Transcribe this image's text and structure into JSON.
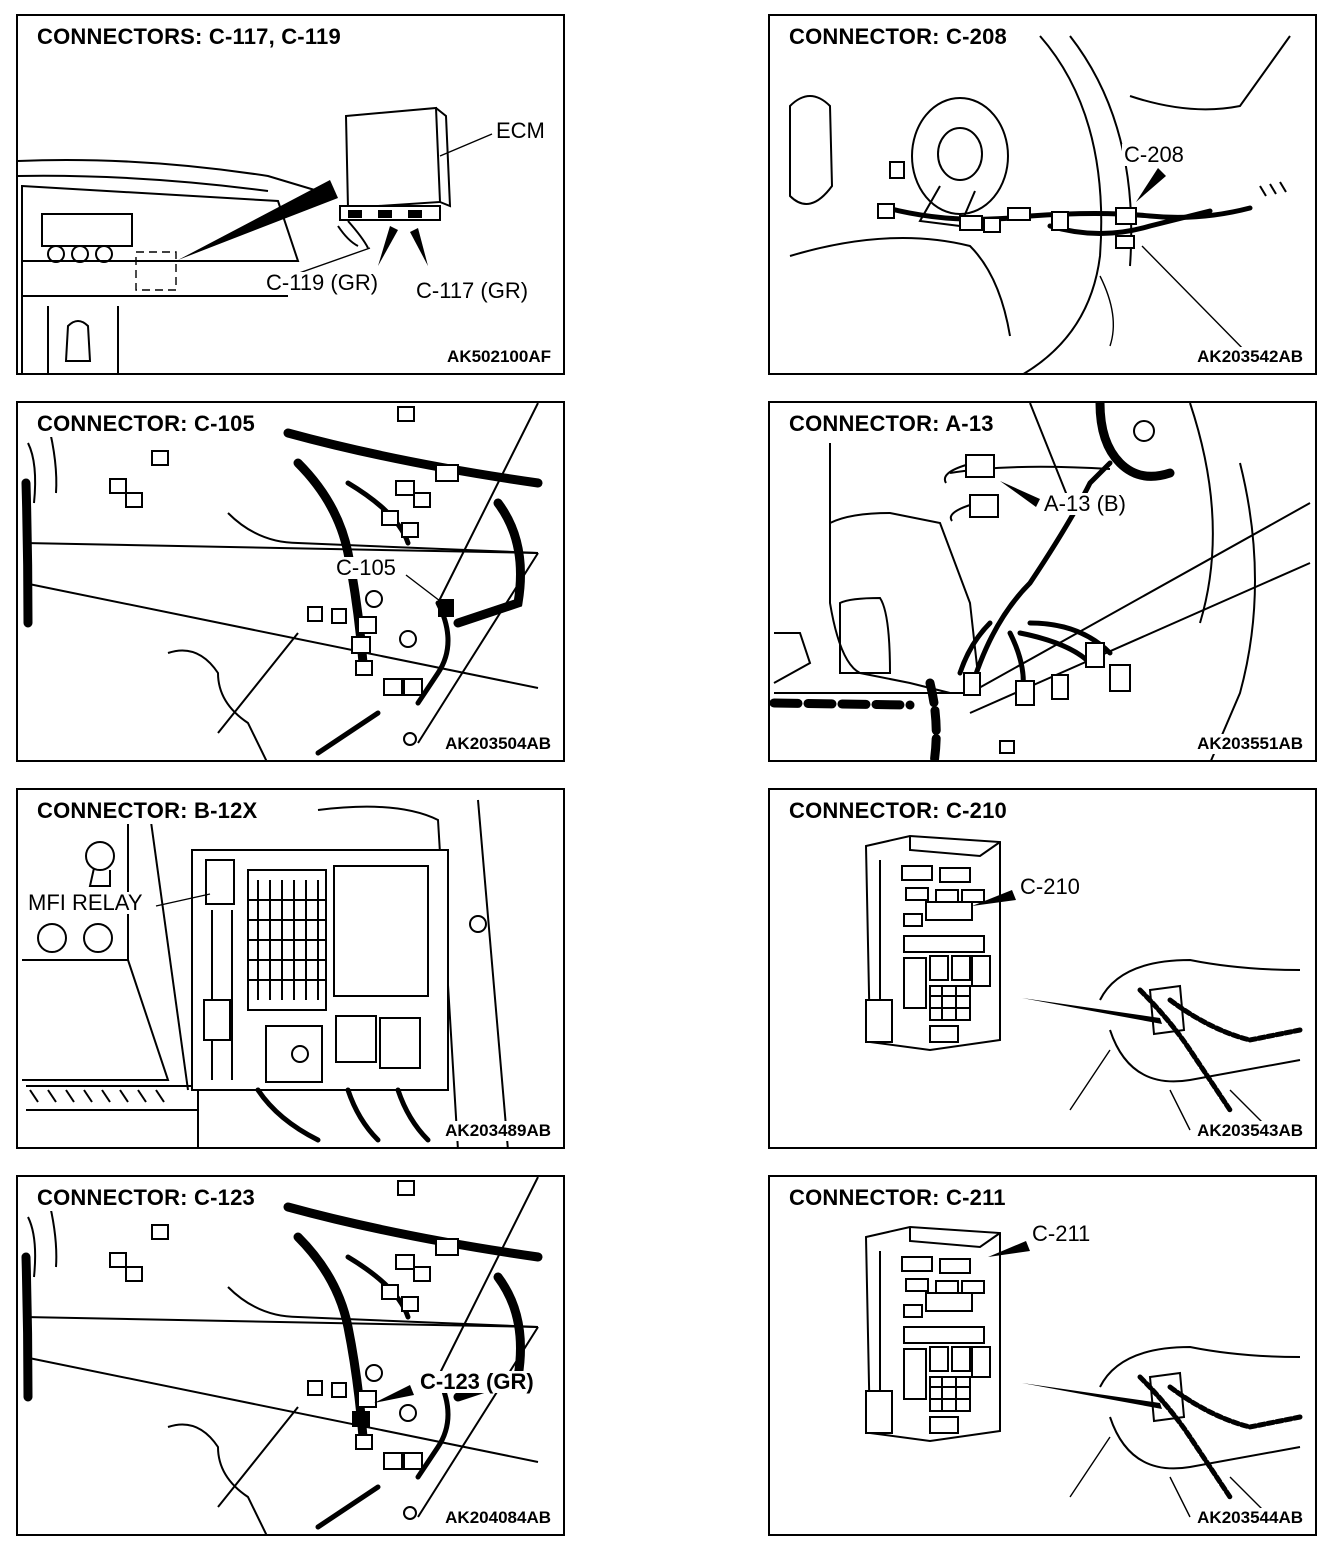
{
  "panels": [
    {
      "title": "CONNECTORS: C-117, C-119",
      "code": "AK502100AF",
      "labels": {
        "ecm": "ECM",
        "c119": "C-119 (GR)",
        "c117": "C-117 (GR)"
      }
    },
    {
      "title": "CONNECTOR: C-208",
      "code": "AK203542AB",
      "labels": {
        "c208": "C-208"
      }
    },
    {
      "title": "CONNECTOR: C-105",
      "code": "AK203504AB",
      "labels": {
        "c105": "C-105"
      }
    },
    {
      "title": "CONNECTOR: A-13",
      "code": "AK203551AB",
      "labels": {
        "a13": "A-13 (B)"
      }
    },
    {
      "title": "CONNECTOR: B-12X",
      "code": "AK203489AB",
      "labels": {
        "mfi": "MFI RELAY"
      }
    },
    {
      "title": "CONNECTOR: C-210",
      "code": "AK203543AB",
      "labels": {
        "c210": "C-210"
      }
    },
    {
      "title": "CONNECTOR: C-123",
      "code": "AK204084AB",
      "labels": {
        "c123": "C-123 (GR)"
      }
    },
    {
      "title": "CONNECTOR: C-211",
      "code": "AK203544AB",
      "labels": {
        "c211": "C-211"
      }
    }
  ]
}
